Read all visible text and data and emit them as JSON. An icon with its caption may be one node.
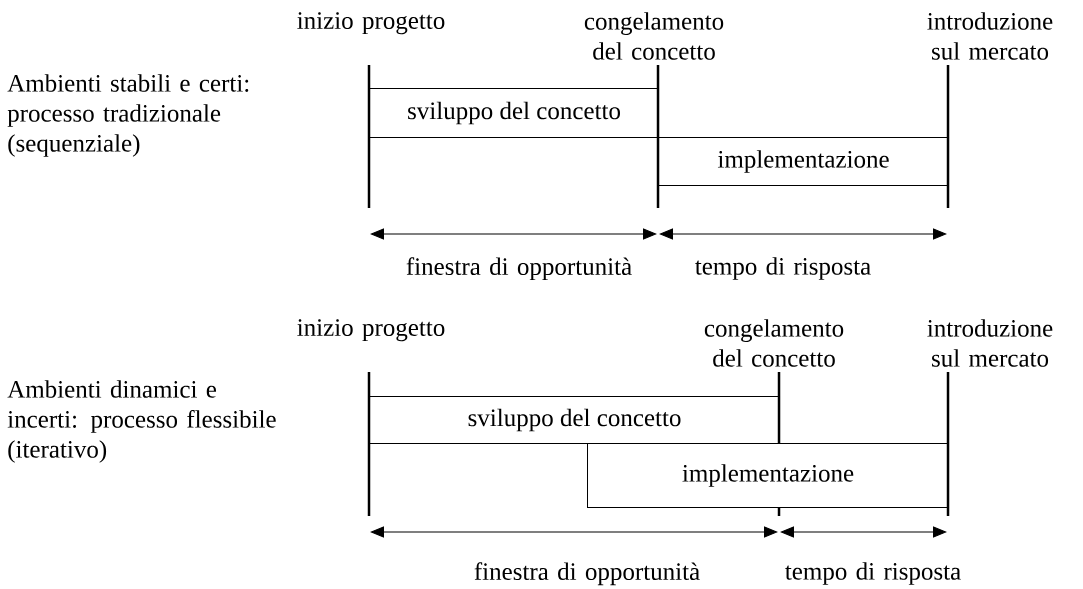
{
  "diagram": {
    "nodes": [
      {
        "text": [
          "sviluppo del concetto"
        ]
      },
      {
        "text": [
          "implementazione"
        ]
      },
      {
        "text": [
          "sviluppo del concetto"
        ]
      },
      {
        "text": [
          "implementazione"
        ]
      }
    ],
    "labels": [
      "inizio progetto",
      "congelamento del concetto",
      "introduzione sul mercato",
      "Ambienti stabili e certi: processo tradizionale (sequenziale)",
      "finestra di opportunità",
      "tempo di risposta",
      "inizio progetto",
      "congelamento del concetto",
      "introduzione sul mercato",
      "Ambienti dinamici e incerti: processo flessibile (iterativo)",
      "finestra di opportunità",
      "tempo di risposta"
    ]
  }
}
